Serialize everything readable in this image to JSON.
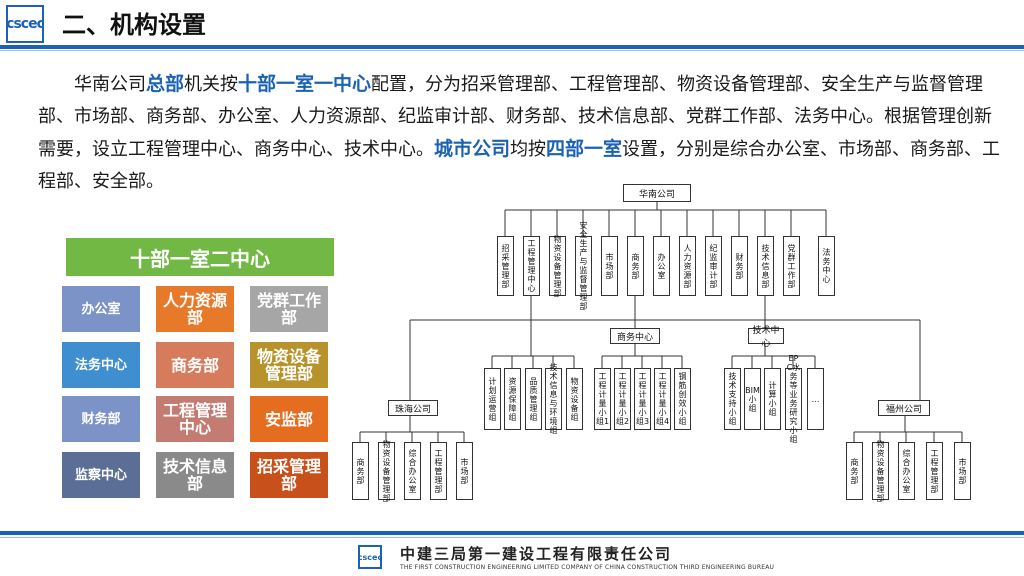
{
  "header": {
    "logo_text": "cscec",
    "title": "二、机构设置"
  },
  "paragraph": {
    "p1": "华南公司",
    "h1": "总部",
    "p2": "机关按",
    "h2": "十部一室一中心",
    "p3": "配置，分为招采管理部、工程管理部、物资设备管理部、安全生产与监督管理部、市场部、商务部、办公室、人力资源部、纪监审计部、财务部、技术信息部、党群工作部、法务中心。根据管理创新需要，设立工程管理中心、商务中心、技术中心。",
    "h3": "城市公司",
    "p4": "均按",
    "h4": "四部一室",
    "p5": "设置，分别是综合办公室、市场部、商务部、工程部、安全部。"
  },
  "grid": {
    "title": "十部一室二中心",
    "cells": [
      {
        "label": "办公室",
        "color": "#7b93c6"
      },
      {
        "label": "人力资源部",
        "color": "#e7792b"
      },
      {
        "label": "党群工作部",
        "color": "#a6a6a6"
      },
      {
        "label": "法务中心",
        "color": "#3f8fd0"
      },
      {
        "label": "商务部",
        "color": "#d67b5c"
      },
      {
        "label": "物资设备管理部",
        "color": "#b8922a"
      },
      {
        "label": "财务部",
        "color": "#7b93c6"
      },
      {
        "label": "工程管理中心",
        "color": "#c47b72"
      },
      {
        "label": "安监部",
        "color": "#e56d1f"
      },
      {
        "label": "监察中心",
        "color": "#5b6f96"
      },
      {
        "label": "技术信息部",
        "color": "#8a8a8a"
      },
      {
        "label": "招采管理部",
        "color": "#c8501a"
      }
    ]
  },
  "org": {
    "root": "华南公司",
    "departments": [
      "招采管理部",
      "工程管理中心",
      "物资设备管理部",
      "安全生产与监督管理部",
      "市场部",
      "商务部",
      "办公室",
      "人力资源部",
      "纪监审计部",
      "财务部",
      "技术信息部",
      "党群工作部",
      "法务中心"
    ],
    "engineering_groups": [
      "计划运营组",
      "资源保障组",
      "品质管理组",
      "技术信息与环境组",
      "物资设备组"
    ],
    "commerce_center": "商务中心",
    "commerce_groups": [
      "工程计量小组1",
      "工程计量小组2",
      "工程计量小组3",
      "工程计量小组4",
      "钢筋创效小组"
    ],
    "tech_center": "技术中心",
    "tech_groups": [
      "技术支持小组",
      "BIM小组",
      "计算小组",
      "EPC水务等业务研究小组",
      "…"
    ],
    "city_left": "珠海公司",
    "city_right": "福州公司",
    "city_groups": [
      "商务部",
      "物资设备管理部",
      "综合办公室",
      "工程管理部",
      "市场部"
    ]
  },
  "footer": {
    "logo_text": "cscec",
    "company": "中建三局第一建设工程有限责任公司",
    "company_en": "THE FIRST CONSTRUCTION ENGINEERING LIMITED COMPANY OF CHINA CONSTRUCTION THIRD ENGINEERING BUREAU"
  },
  "colors": {
    "accent": "#1b62b5",
    "grid_title_bg": "#71b845"
  }
}
